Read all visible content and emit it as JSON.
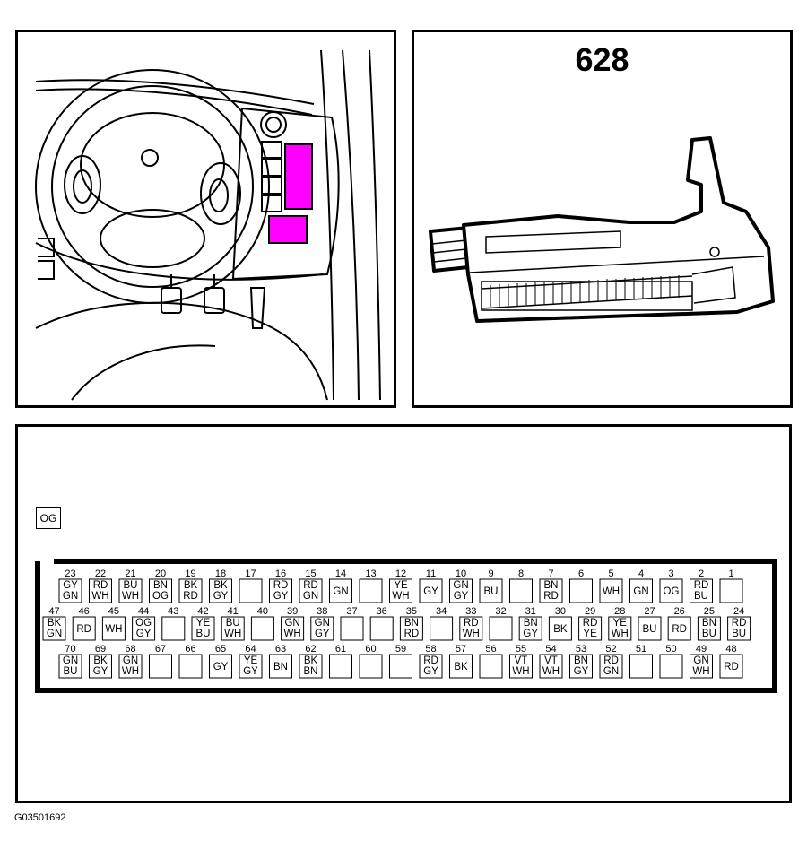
{
  "connector": {
    "number": "628"
  },
  "highlight_color": "#ff00ff",
  "lead_wire": {
    "color": "OG"
  },
  "figure_code": "G03501692",
  "pin_rows": [
    [
      {
        "pin": "23",
        "colors": [
          "GY",
          "GN"
        ]
      },
      {
        "pin": "22",
        "colors": [
          "RD",
          "WH"
        ]
      },
      {
        "pin": "21",
        "colors": [
          "BU",
          "WH"
        ]
      },
      {
        "pin": "20",
        "colors": [
          "BN",
          "OG"
        ]
      },
      {
        "pin": "19",
        "colors": [
          "BK",
          "RD"
        ]
      },
      {
        "pin": "18",
        "colors": [
          "BK",
          "GY"
        ]
      },
      {
        "pin": "17",
        "colors": []
      },
      {
        "pin": "16",
        "colors": [
          "RD",
          "GY"
        ]
      },
      {
        "pin": "15",
        "colors": [
          "RD",
          "GN"
        ]
      },
      {
        "pin": "14",
        "colors": [
          "GN"
        ]
      },
      {
        "pin": "13",
        "colors": []
      },
      {
        "pin": "12",
        "colors": [
          "YE",
          "WH"
        ]
      },
      {
        "pin": "11",
        "colors": [
          "GY"
        ]
      },
      {
        "pin": "10",
        "colors": [
          "GN",
          "GY"
        ]
      },
      {
        "pin": "9",
        "colors": [
          "BU"
        ]
      },
      {
        "pin": "8",
        "colors": []
      },
      {
        "pin": "7",
        "colors": [
          "BN",
          "RD"
        ]
      },
      {
        "pin": "6",
        "colors": []
      },
      {
        "pin": "5",
        "colors": [
          "WH"
        ]
      },
      {
        "pin": "4",
        "colors": [
          "GN"
        ]
      },
      {
        "pin": "3",
        "colors": [
          "OG"
        ]
      },
      {
        "pin": "2",
        "colors": [
          "RD",
          "BU"
        ]
      },
      {
        "pin": "1",
        "colors": []
      }
    ],
    [
      {
        "pin": "47",
        "colors": [
          "BK",
          "GN"
        ]
      },
      {
        "pin": "46",
        "colors": [
          "RD"
        ]
      },
      {
        "pin": "45",
        "colors": [
          "WH"
        ]
      },
      {
        "pin": "44",
        "colors": [
          "OG",
          "GY"
        ]
      },
      {
        "pin": "43",
        "colors": []
      },
      {
        "pin": "42",
        "colors": [
          "YE",
          "BU"
        ]
      },
      {
        "pin": "41",
        "colors": [
          "BU",
          "WH"
        ]
      },
      {
        "pin": "40",
        "colors": []
      },
      {
        "pin": "39",
        "colors": [
          "GN",
          "WH"
        ]
      },
      {
        "pin": "38",
        "colors": [
          "GN",
          "GY"
        ]
      },
      {
        "pin": "37",
        "colors": []
      },
      {
        "pin": "36",
        "colors": []
      },
      {
        "pin": "35",
        "colors": [
          "BN",
          "RD"
        ]
      },
      {
        "pin": "34",
        "colors": []
      },
      {
        "pin": "33",
        "colors": [
          "RD",
          "WH"
        ]
      },
      {
        "pin": "32",
        "colors": []
      },
      {
        "pin": "31",
        "colors": [
          "BN",
          "GY"
        ]
      },
      {
        "pin": "30",
        "colors": [
          "BK"
        ]
      },
      {
        "pin": "29",
        "colors": [
          "RD",
          "YE"
        ]
      },
      {
        "pin": "28",
        "colors": [
          "YE",
          "WH"
        ]
      },
      {
        "pin": "27",
        "colors": [
          "BU"
        ]
      },
      {
        "pin": "26",
        "colors": [
          "RD"
        ]
      },
      {
        "pin": "25",
        "colors": [
          "BN",
          "BU"
        ]
      },
      {
        "pin": "24",
        "colors": [
          "RD",
          "BU"
        ]
      }
    ],
    [
      {
        "pin": "70",
        "colors": [
          "GN",
          "BU"
        ]
      },
      {
        "pin": "69",
        "colors": [
          "BK",
          "GY"
        ]
      },
      {
        "pin": "68",
        "colors": [
          "GN",
          "WH"
        ]
      },
      {
        "pin": "67",
        "colors": []
      },
      {
        "pin": "66",
        "colors": []
      },
      {
        "pin": "65",
        "colors": [
          "GY"
        ]
      },
      {
        "pin": "64",
        "colors": [
          "YE",
          "GY"
        ]
      },
      {
        "pin": "63",
        "colors": [
          "BN"
        ]
      },
      {
        "pin": "62",
        "colors": [
          "BK",
          "BN"
        ]
      },
      {
        "pin": "61",
        "colors": []
      },
      {
        "pin": "60",
        "colors": []
      },
      {
        "pin": "59",
        "colors": []
      },
      {
        "pin": "58",
        "colors": [
          "RD",
          "GY"
        ]
      },
      {
        "pin": "57",
        "colors": [
          "BK"
        ]
      },
      {
        "pin": "56",
        "colors": []
      },
      {
        "pin": "55",
        "colors": [
          "VT",
          "WH"
        ]
      },
      {
        "pin": "54",
        "colors": [
          "VT",
          "WH"
        ]
      },
      {
        "pin": "53",
        "colors": [
          "BN",
          "GY"
        ]
      },
      {
        "pin": "52",
        "colors": [
          "RD",
          "GN"
        ]
      },
      {
        "pin": "51",
        "colors": []
      },
      {
        "pin": "50",
        "colors": []
      },
      {
        "pin": "49",
        "colors": [
          "GN",
          "WH"
        ]
      },
      {
        "pin": "48",
        "colors": [
          "RD"
        ]
      }
    ]
  ]
}
